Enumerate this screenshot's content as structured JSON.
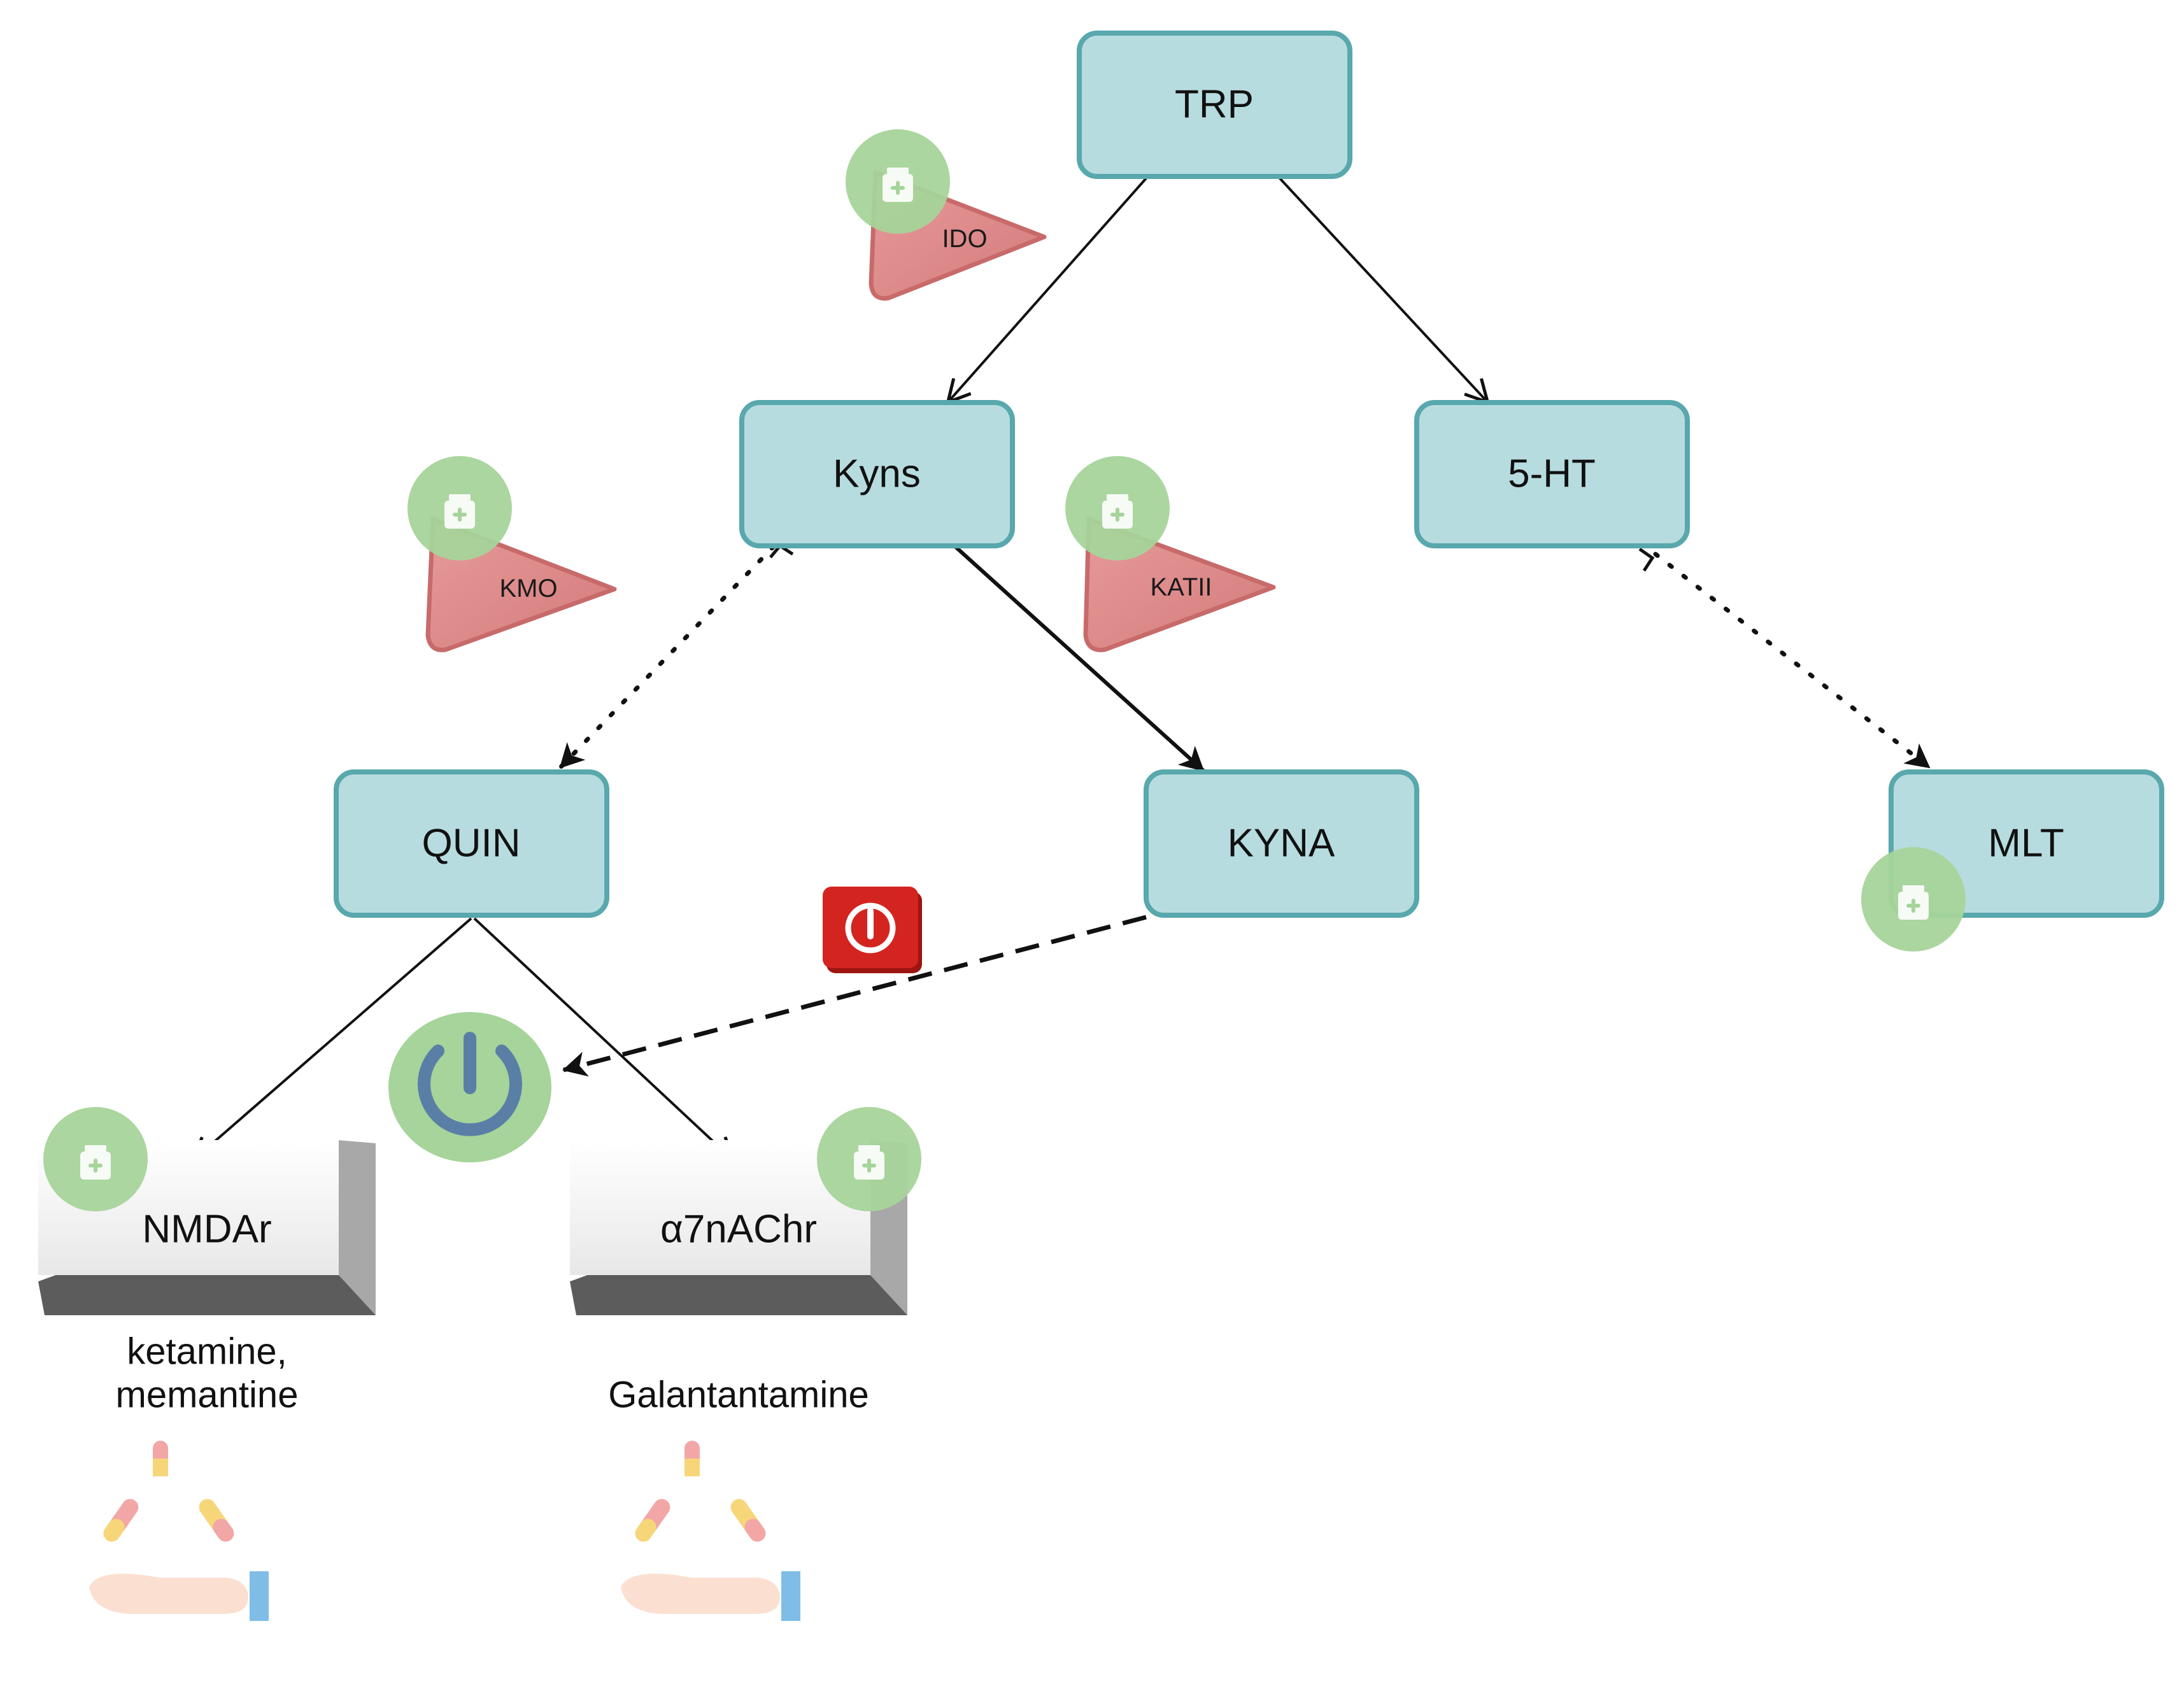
{
  "colors": {
    "node_fill": "#b7dcdf",
    "node_stroke": "#58a8ad",
    "enzyme_fill": "#de8a8a",
    "enzyme_stroke": "#c86a6a",
    "badge_green": "#a6d49a",
    "receptor_face": "#f0f0f0",
    "receptor_shade": "#5c5c5c",
    "inhibit_red": "#d42420",
    "power_ring": "#5a7fa6",
    "pill_pink": "#f2a6a6",
    "pill_yellow": "#f7d67a",
    "hand_skin": "#fbe0d2",
    "cuff_blue": "#7fbde6"
  },
  "nodes": {
    "trp": "TRP",
    "kyns": "Kyns",
    "ht5": "5-HT",
    "quin": "QUIN",
    "kyna": "KYNA",
    "mlt": "MLT"
  },
  "enzymes": {
    "ido": "IDO",
    "kmo": "KMO",
    "katii": "KATII"
  },
  "receptors": {
    "nmdar": "NMDAr",
    "a7nachr": "α7nAChr"
  },
  "drugs": {
    "nmdar_line1": "ketamine,",
    "nmdar_line2": "memantine",
    "a7nachr": "Galantantamine"
  },
  "icons": {
    "drug_badge": "medicine-bottle-icon",
    "inhibit": "inhibit-power-icon",
    "power": "power-icon",
    "hand_pills": "hand-with-pills-icon"
  }
}
